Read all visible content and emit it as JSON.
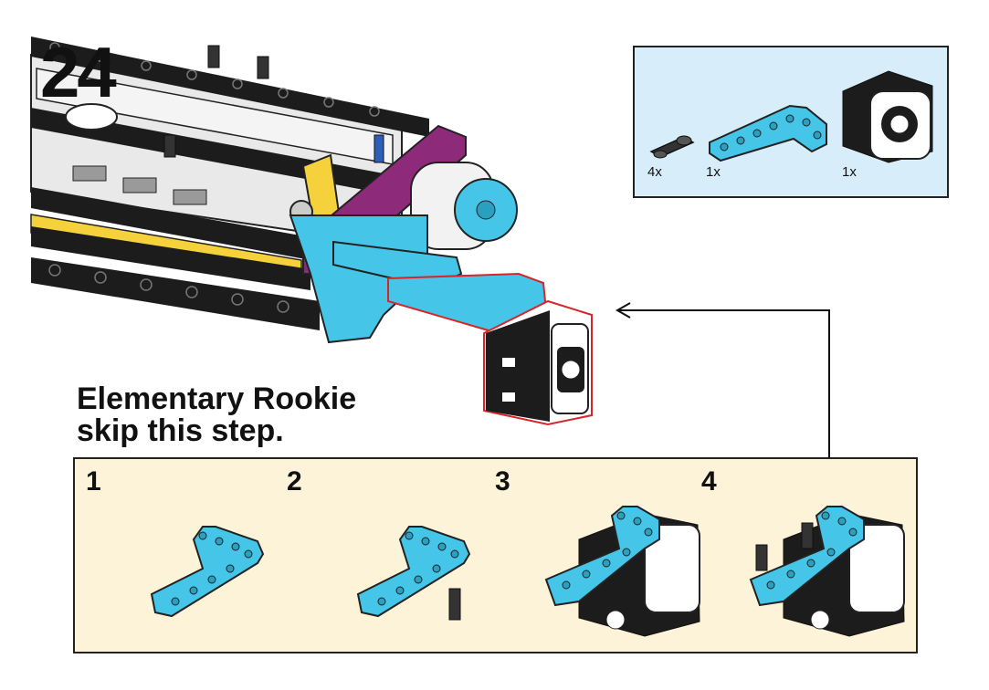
{
  "step": {
    "number": "24",
    "note_line1": "Elementary Rookie",
    "note_line2": "skip this step."
  },
  "parts_list": [
    {
      "name": "connector-peg-icon",
      "quantity": "4x"
    },
    {
      "name": "l-beam-icon",
      "quantity": "1x"
    },
    {
      "name": "sensor-icon",
      "quantity": "1x"
    }
  ],
  "substeps": [
    "1",
    "2",
    "3",
    "4"
  ],
  "colors": {
    "azure": "#45c6e8",
    "magenta": "#8e2a7a",
    "yellow": "#f5d23c",
    "parts_box_bg": "#d7eefa",
    "substep_box_bg": "#fdf3d8"
  }
}
